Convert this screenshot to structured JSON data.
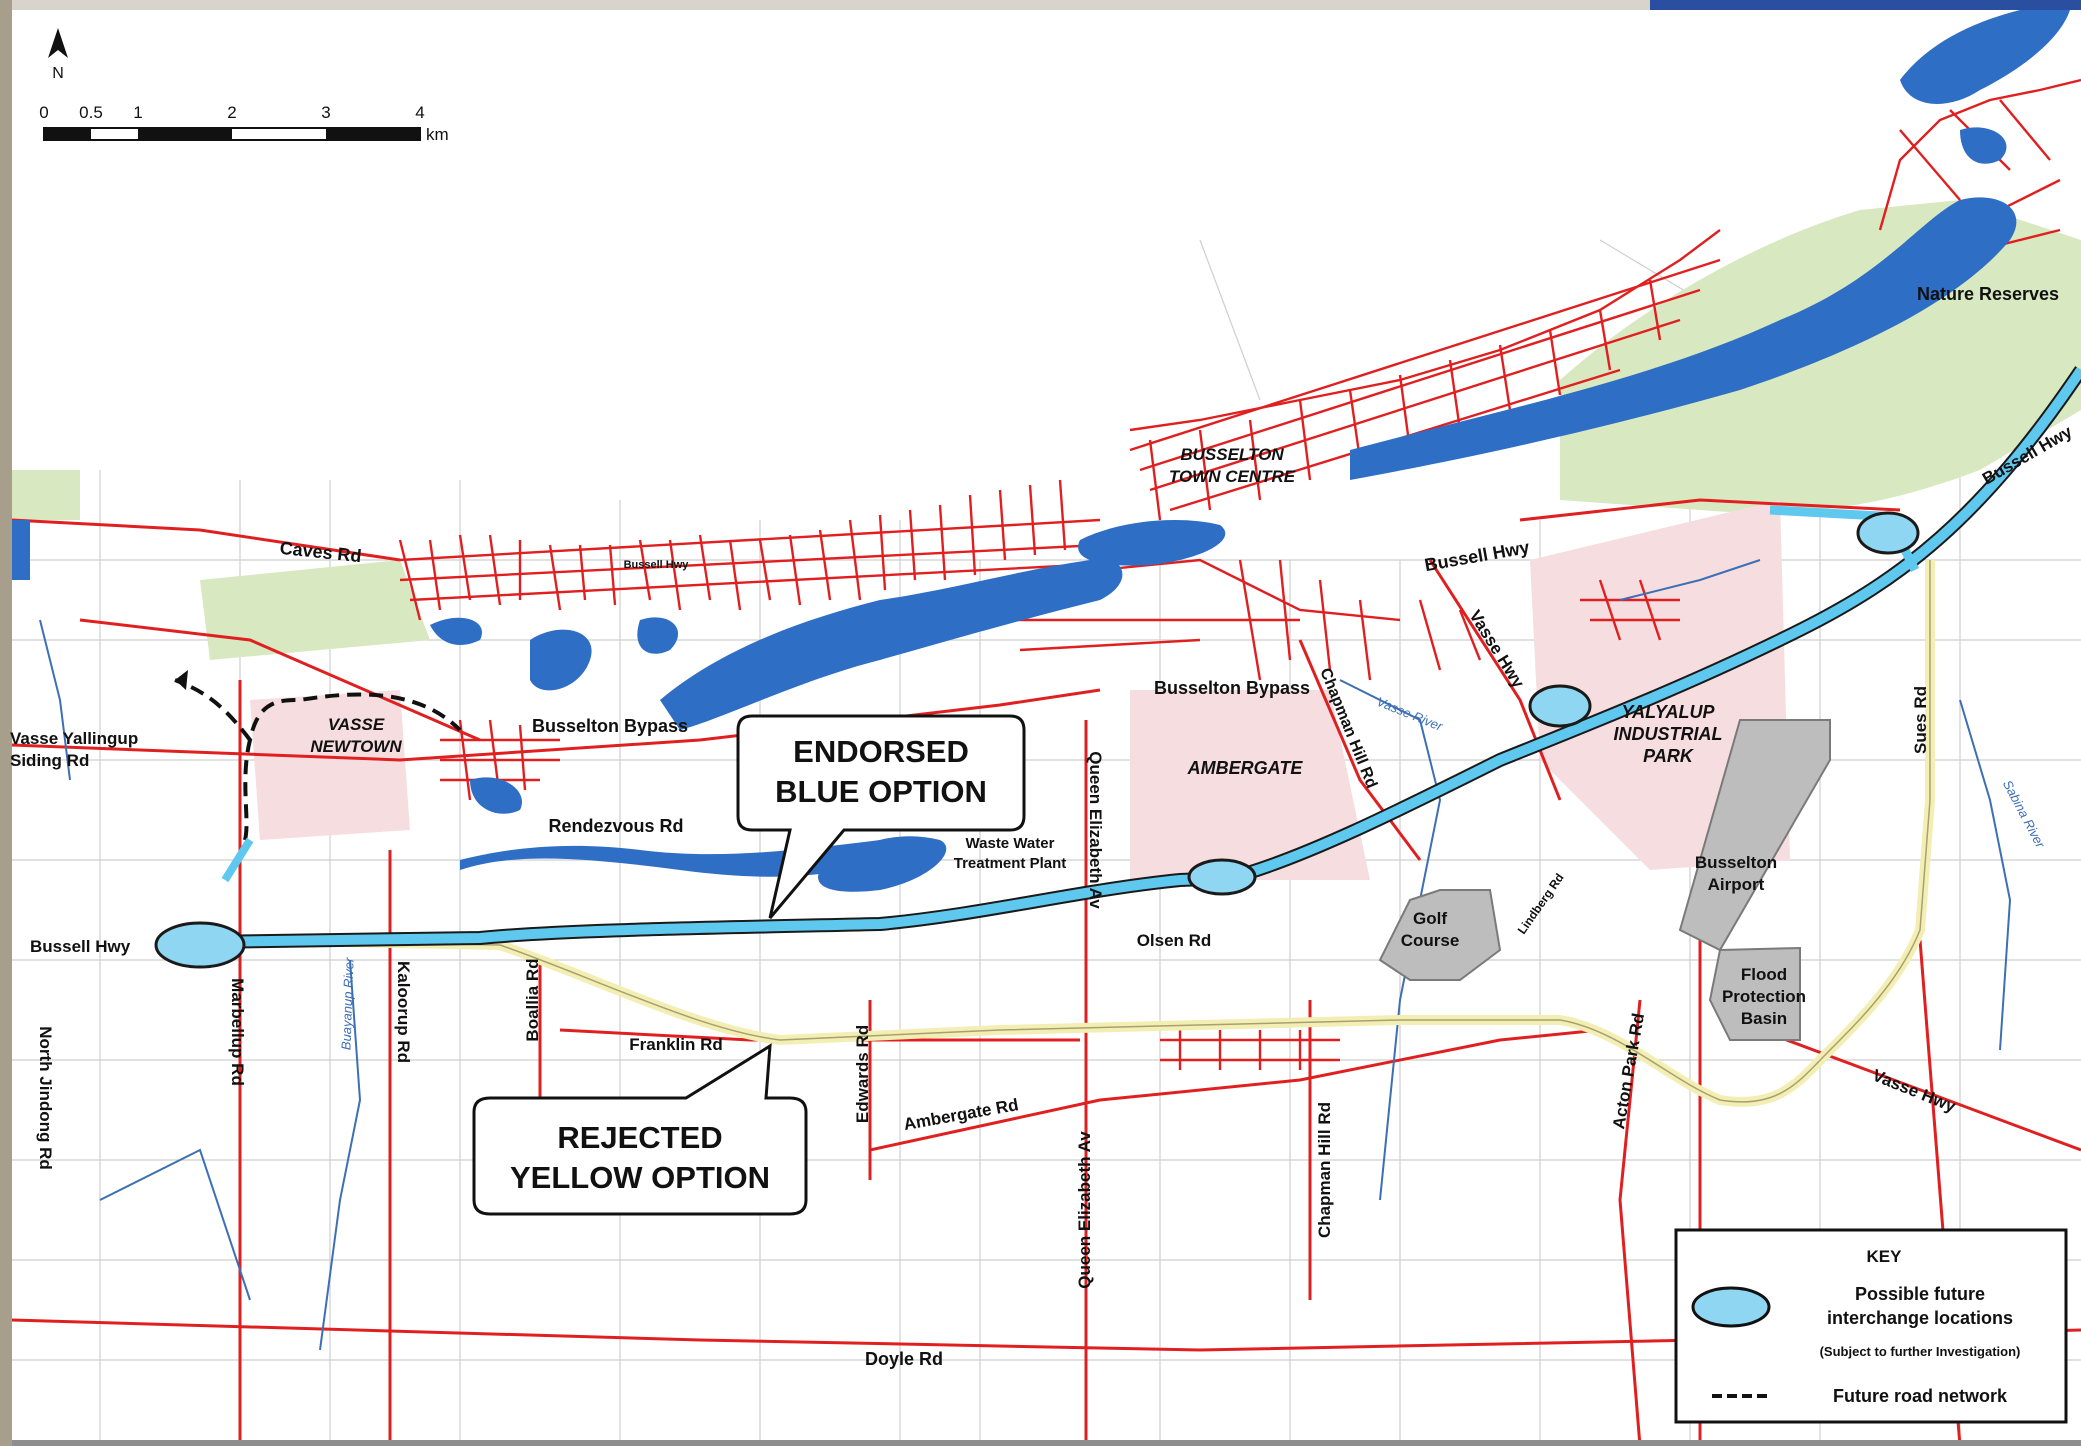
{
  "north_arrow": {
    "label": "N"
  },
  "scale_bar": {
    "ticks": [
      "0",
      "0.5",
      "1",
      "2",
      "3",
      "4"
    ],
    "unit": "km"
  },
  "callouts": {
    "endorsed": [
      "ENDORSED",
      "BLUE OPTION"
    ],
    "rejected": [
      "REJECTED",
      "YELLOW OPTION"
    ]
  },
  "places": {
    "town_centre": [
      "BUSSELTON",
      "TOWN CENTRE"
    ],
    "vasse_newtown": [
      "VASSE",
      "NEWTOWN"
    ],
    "ambergate": "AMBERGATE",
    "yalyalup": [
      "YALYALUP",
      "INDUSTRIAL",
      "PARK"
    ],
    "nature_reserves": "Nature Reserves",
    "airport": [
      "Busselton",
      "Airport"
    ],
    "flood_basin": [
      "Flood",
      "Protection",
      "Basin"
    ],
    "golf": [
      "Golf",
      "Course"
    ],
    "waste_water": [
      "Waste Water",
      "Treatment Plant"
    ]
  },
  "roads": {
    "caves_rd": "Caves Rd",
    "bussell_hwy_small": "Bussell Hwy",
    "bussell_hwy_west": "Bussell Hwy",
    "bussell_hwy_mid": "Bussell Hwy",
    "bussell_hwy_ne": "Bussell Hwy",
    "busselton_bypass_w": "Busselton Bypass",
    "busselton_bypass_e": "Busselton Bypass",
    "vasse_yallingup": [
      "Vasse Yallingup",
      "Siding Rd"
    ],
    "rendezvous_rd": "Rendezvous Rd",
    "queen_elizabeth_n": "Queen Elizabeth Av",
    "queen_elizabeth_s": "Queen Elizabeth Av",
    "chapman_hill_n": "Chapman Hill Rd",
    "chapman_hill_s": "Chapman Hill Rd",
    "vasse_hwy_n": "Vasse Hwy",
    "vasse_hwy_s": "Vasse Hwy",
    "sues_rd": "Sues Rd",
    "olsen_rd": "Olsen Rd",
    "lindberg_rd": "Lindberg Rd",
    "acton_park_rd": "Acton Park Rd",
    "franklin_rd": "Franklin Rd",
    "ambergate_rd": "Ambergate Rd",
    "edwards_rd": "Edwards Rd",
    "boallia_rd": "Boallia Rd",
    "kaloorup_rd": "Kaloorup Rd",
    "marbellup_rd": "Marbellup Rd",
    "north_jindong_rd": "North Jindong Rd",
    "doyle_rd": "Doyle Rd"
  },
  "rivers": {
    "vasse_river": "Vasse River",
    "sabina_river": "Sabina River",
    "buayanup_river": "Buayanup River"
  },
  "key": {
    "title": "KEY",
    "interchange": [
      "Possible future",
      "interchange locations"
    ],
    "note": "(Subject to further Investigation)",
    "future_road": "Future road network"
  },
  "colors": {
    "road": "#e02020",
    "blue_option": "#5ec8ee",
    "yellow_option": "#f3efb4",
    "water": "#2e6ec4",
    "reserve": "#d8e8c0",
    "industrial": "#f6dde0",
    "grey_area": "#bdbdbd"
  }
}
